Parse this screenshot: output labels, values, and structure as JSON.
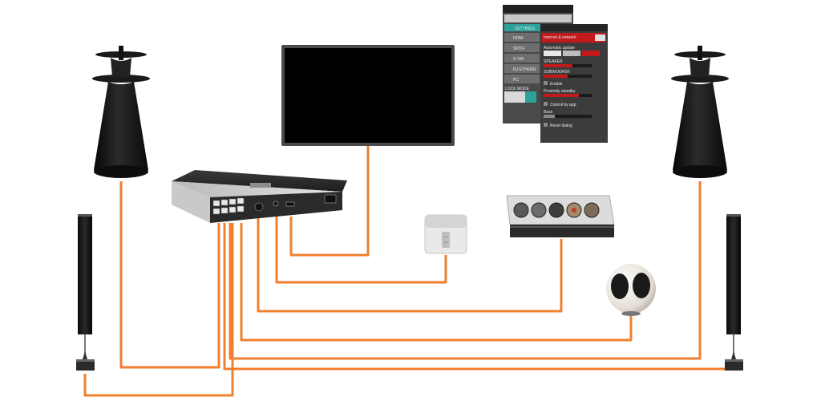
{
  "colors": {
    "cable": "#f07f2f",
    "background": "#ffffff",
    "device_dark": "#1b1b1b",
    "screen": "#000000",
    "ui_panel": "#4a4a4a",
    "ui_accent_red": "#c2191b",
    "ui_accent_teal": "#2ba39a"
  },
  "icons": {
    "cable": "orange-cable-line",
    "hub": "network-hub-device",
    "tv": "flat-screen-tv",
    "speaker": "cone-speaker",
    "tower": "tower-speaker",
    "sub": "spherical-speaker",
    "remote": "disc-player-device",
    "sonos": "small-white-player"
  },
  "app_screens": {
    "back_screen": {
      "menu_items": [
        "HDMI",
        "SPDIF",
        "S-VID",
        "RJ ETHERN",
        "PC"
      ],
      "section_label": "LOCK MODE",
      "tab_label": "SETTINGS"
    },
    "front_screen": {
      "header": "Internet & network",
      "rows": [
        "Automatic update",
        "SPEAKER",
        "SUBWOOFER",
        "Enable",
        "Proximity standby",
        "Control by app",
        "Bass",
        "Reset dialog"
      ]
    }
  }
}
